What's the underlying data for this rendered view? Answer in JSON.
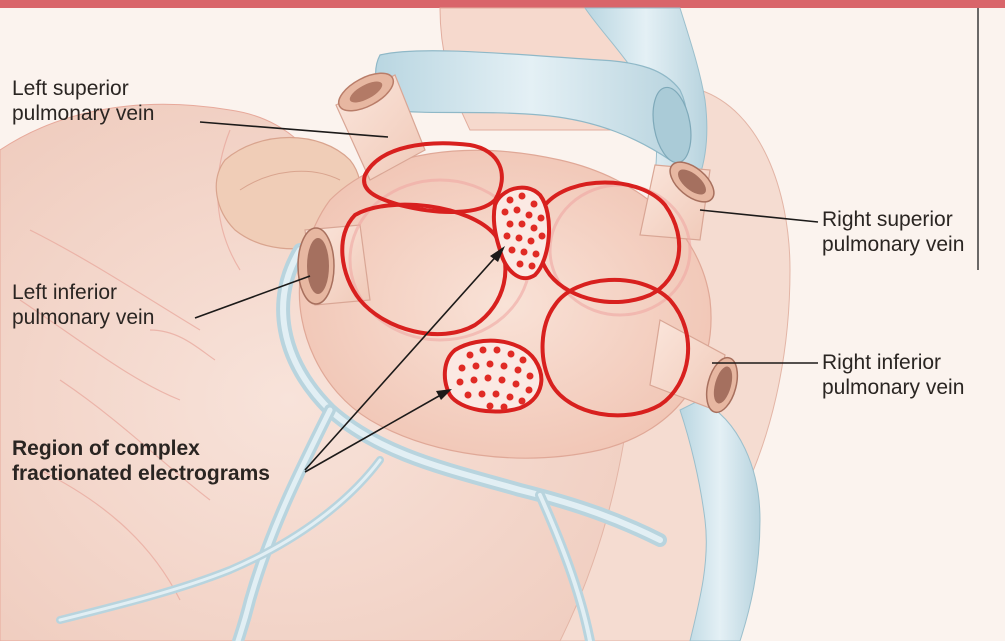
{
  "labels": {
    "left_superior": [
      "Left superior",
      "pulmonary vein"
    ],
    "left_inferior": [
      "Left inferior",
      "pulmonary vein"
    ],
    "right_superior": [
      "Right superior",
      "pulmonary vein"
    ],
    "right_inferior": [
      "Right inferior",
      "pulmonary vein"
    ],
    "cfe_region": [
      "Region of complex",
      "fractionated electrograms"
    ]
  },
  "colors": {
    "top_bar": "#d9656a",
    "background": "#fbf3ee",
    "atrium": "#f6d6c8",
    "vein_outline": "#d8201e",
    "vessel_blue": "#cfe4ec",
    "text": "#2a2522"
  }
}
